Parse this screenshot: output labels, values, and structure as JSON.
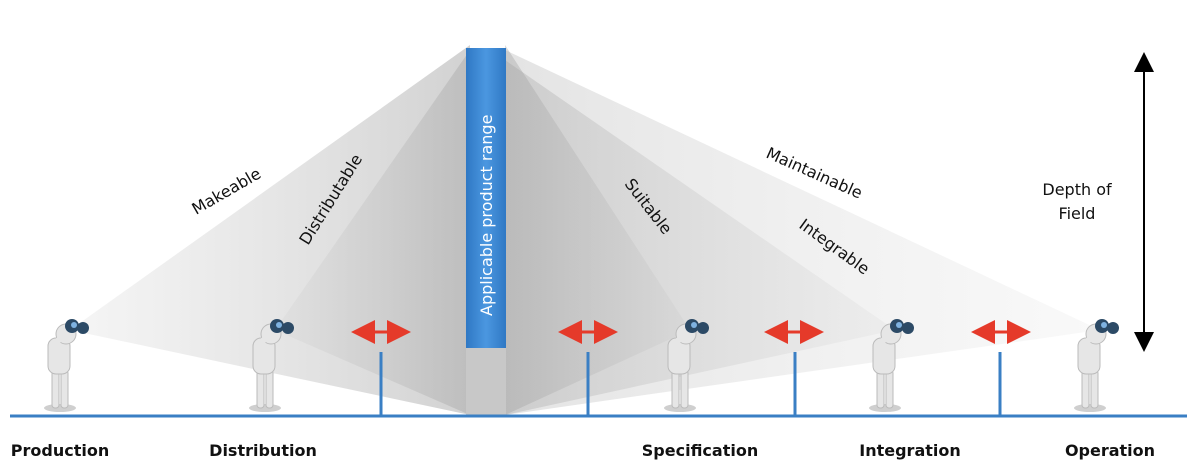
{
  "diagram": {
    "central_bar_label": "Applicable product range",
    "cone_labels": {
      "makeable": "Makeable",
      "distributable": "Distributable",
      "suitable": "Suitable",
      "maintainable": "Maintainable",
      "integrable": "Integrable"
    },
    "depth_of_field": {
      "line1": "Depth of",
      "line2": "Field"
    },
    "stages": [
      "Production",
      "Distribution",
      "Specification",
      "Integration",
      "Operation"
    ],
    "colors": {
      "axis": "#3a7fc4",
      "bar_top": "#3b86d1",
      "bar_bottom": "#c8c8c8",
      "arrow_red": "#e53a2a",
      "cone_gray": "#9a9a9a",
      "figure": "#e6e6e6",
      "binocular": "#2c4a66"
    }
  }
}
